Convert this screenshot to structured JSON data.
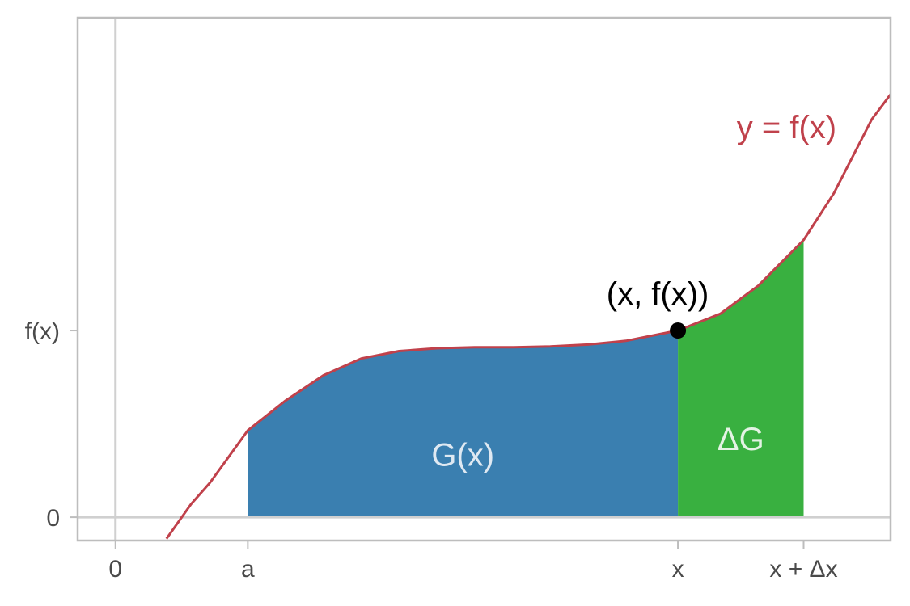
{
  "chart_data": {
    "type": "area",
    "title": "",
    "xlabel": "",
    "ylabel": "",
    "xlim": [
      -0.4,
      8.2
    ],
    "ylim": [
      -0.25,
      5.35
    ],
    "x_ticks": [
      {
        "value": 0,
        "label": "0"
      },
      {
        "value": 1.4,
        "label": "a"
      },
      {
        "value": 5.95,
        "label": "x"
      },
      {
        "value": 7.28,
        "label": "x + Δx"
      }
    ],
    "y_ticks": [
      {
        "value": 0,
        "label": "0"
      },
      {
        "value": 2.0,
        "label": "f(x)"
      }
    ],
    "curve": {
      "label": "y = f(x)",
      "color": "#c0414b",
      "x": [
        0.54,
        0.8,
        1.0,
        1.4,
        1.8,
        2.2,
        2.6,
        3.0,
        3.4,
        3.8,
        4.2,
        4.6,
        5.0,
        5.4,
        5.95,
        6.4,
        6.8,
        7.28,
        7.6,
        8.0,
        8.2
      ],
      "y": [
        -0.23,
        0.14,
        0.37,
        0.93,
        1.25,
        1.52,
        1.7,
        1.78,
        1.81,
        1.82,
        1.82,
        1.83,
        1.85,
        1.89,
        2.0,
        2.18,
        2.48,
        2.97,
        3.47,
        4.26,
        4.53
      ]
    },
    "regions": [
      {
        "label": "G(x)",
        "from": 1.4,
        "to": 5.95,
        "color": "#3a7fb0",
        "label_color": "#dfe9f2"
      },
      {
        "label": "ΔG",
        "from": 5.95,
        "to": 7.28,
        "color": "#39b040",
        "label_color": "#e4f3e4"
      }
    ],
    "point": {
      "x": 5.95,
      "y": 2.0,
      "label": "(x, f(x))"
    },
    "grid": false,
    "zero_lines": true
  }
}
